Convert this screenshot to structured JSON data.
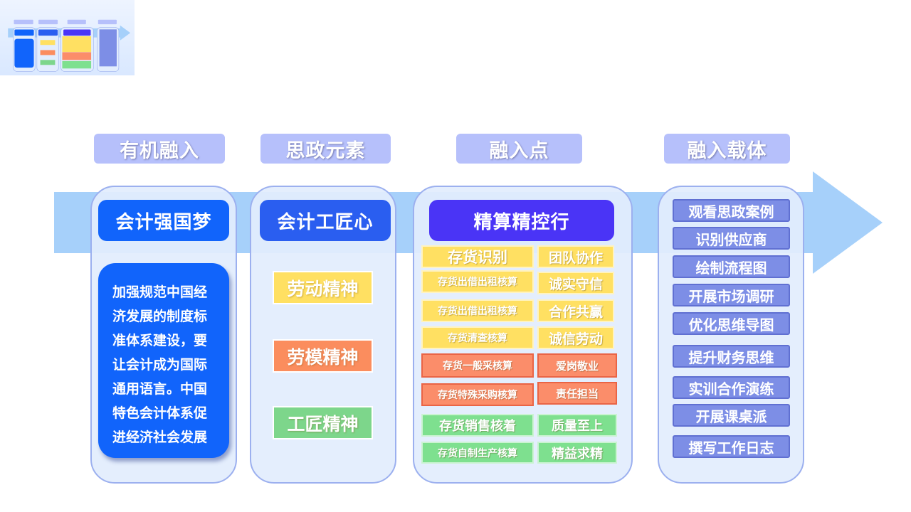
{
  "headers": [
    {
      "label": "有机融入"
    },
    {
      "label": "思政元素"
    },
    {
      "label": "融入点"
    },
    {
      "label": "融入载体"
    }
  ],
  "column1": {
    "title": "会计强国梦",
    "body_lines": [
      "加强规范中国经",
      "济发展的制度标",
      "准体系建设，要",
      "让会计成为国际",
      "通用语言。中国",
      "特色会计体系促",
      "进经济社会发展"
    ]
  },
  "column2": {
    "title": "会计工匠心",
    "spirits": [
      {
        "label": "劳动精神",
        "color": "#ffe062"
      },
      {
        "label": "劳模精神",
        "color": "#fb8d5e"
      },
      {
        "label": "工匠精神",
        "color": "#7dd68b"
      }
    ]
  },
  "column3": {
    "title": "精算精控行",
    "rows": [
      {
        "left": "存货识别",
        "right": "团队协作",
        "color": "#ffe062"
      },
      {
        "left": "存货出借出租核算",
        "right": "诚实守信",
        "color": "#ffe062"
      },
      {
        "left": "存货出借出租核算",
        "right": "合作共赢",
        "color": "#ffe062"
      },
      {
        "left": "存货清查核算",
        "right": "诚信劳动",
        "color": "#ffe062"
      },
      {
        "left": "存货一般采核算",
        "right": "爱岗敬业",
        "color": "#fb8d6a"
      },
      {
        "left": "存货特殊采购核算",
        "right": "责任担当",
        "color": "#fb8d6a"
      },
      {
        "left": "存货销售核着",
        "right": "质量至上",
        "color": "#7ee08f"
      },
      {
        "left": "存货自制生产核算",
        "right": "精益求精",
        "color": "#7ee08f"
      }
    ]
  },
  "column4": {
    "items": [
      "观看思政案例",
      "识别供应商",
      "绘制流程图",
      "开展市场调研",
      "优化思维导图",
      "提升财务思维",
      "实训合作演练",
      "开展课桌派",
      "撰写工作日志"
    ]
  },
  "colors": {
    "header_bg": "#b6c0fb",
    "arrow": "#a6d0fa",
    "column_border": "#9cb0ef",
    "title1": "#1164fb",
    "title2": "#2a5ef0",
    "title3": "#4a34f6",
    "carrier_bg": "#7d8ee6"
  }
}
